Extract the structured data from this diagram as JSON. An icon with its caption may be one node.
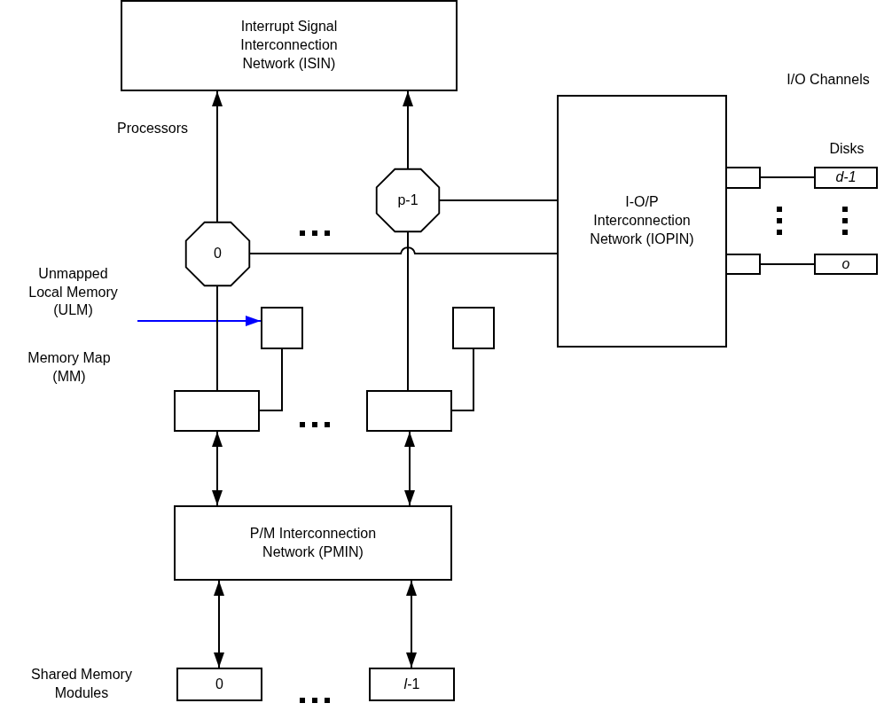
{
  "diagram": {
    "nodes": [
      {
        "text": [
          "Interrupt Signal Interconnection Network (ISIN)"
        ]
      },
      {
        "text": [
          "p-1"
        ]
      },
      {
        "text": [
          "0"
        ]
      },
      {
        "text": [
          "I-O/P Interconnection Network (IOPIN)"
        ]
      },
      {
        "text": [],
        "shape": "box"
      },
      {
        "text": [
          "d-1"
        ]
      },
      {
        "text": [],
        "shape": "box"
      },
      {
        "text": [
          "o"
        ]
      },
      {
        "text": [
          "Unmapped Local Memory (ULM)"
        ]
      },
      {
        "text": [],
        "shape": "box"
      },
      {
        "text": [],
        "shape": "box"
      },
      {
        "text": [],
        "shape": "box"
      },
      {
        "text": [],
        "shape": "box"
      },
      {
        "text": [
          "P/M Interconnection Network (PMIN)"
        ]
      },
      {
        "text": [
          "0"
        ]
      },
      {
        "text": [
          "*l*-1"
        ]
      }
    ],
    "edges": [
      {
        "from": 2,
        "to": 0,
        "arrow": "to"
      },
      {
        "from": 1,
        "to": 0,
        "arrow": "to"
      },
      {
        "from": 1,
        "to": 3,
        "arrow": "none"
      },
      {
        "from": 2,
        "to": 3,
        "arrow": "none"
      },
      {
        "from": 4,
        "to": 5,
        "arrow": "none"
      },
      {
        "from": 6,
        "to": 7,
        "arrow": "none"
      },
      {
        "from": 8,
        "to": 9,
        "arrow": "to",
        "color": "#0000ff"
      },
      {
        "from": 2,
        "to": 11,
        "arrow": "none"
      },
      {
        "from": 1,
        "to": 12,
        "arrow": "none"
      },
      {
        "from": 9,
        "to": 11,
        "arrow": "none"
      },
      {
        "from": 10,
        "to": 12,
        "arrow": "none"
      },
      {
        "from": 11,
        "to": 13,
        "arrow": "both"
      },
      {
        "from": 12,
        "to": 13,
        "arrow": "both"
      },
      {
        "from": 13,
        "to": 14,
        "arrow": "both"
      },
      {
        "from": 13,
        "to": 15,
        "arrow": "both"
      }
    ],
    "labels": [
      "Processors",
      "I/O Channels",
      "Disks",
      "Memory Map (MM)",
      "Shared Memory Modules"
    ]
  }
}
